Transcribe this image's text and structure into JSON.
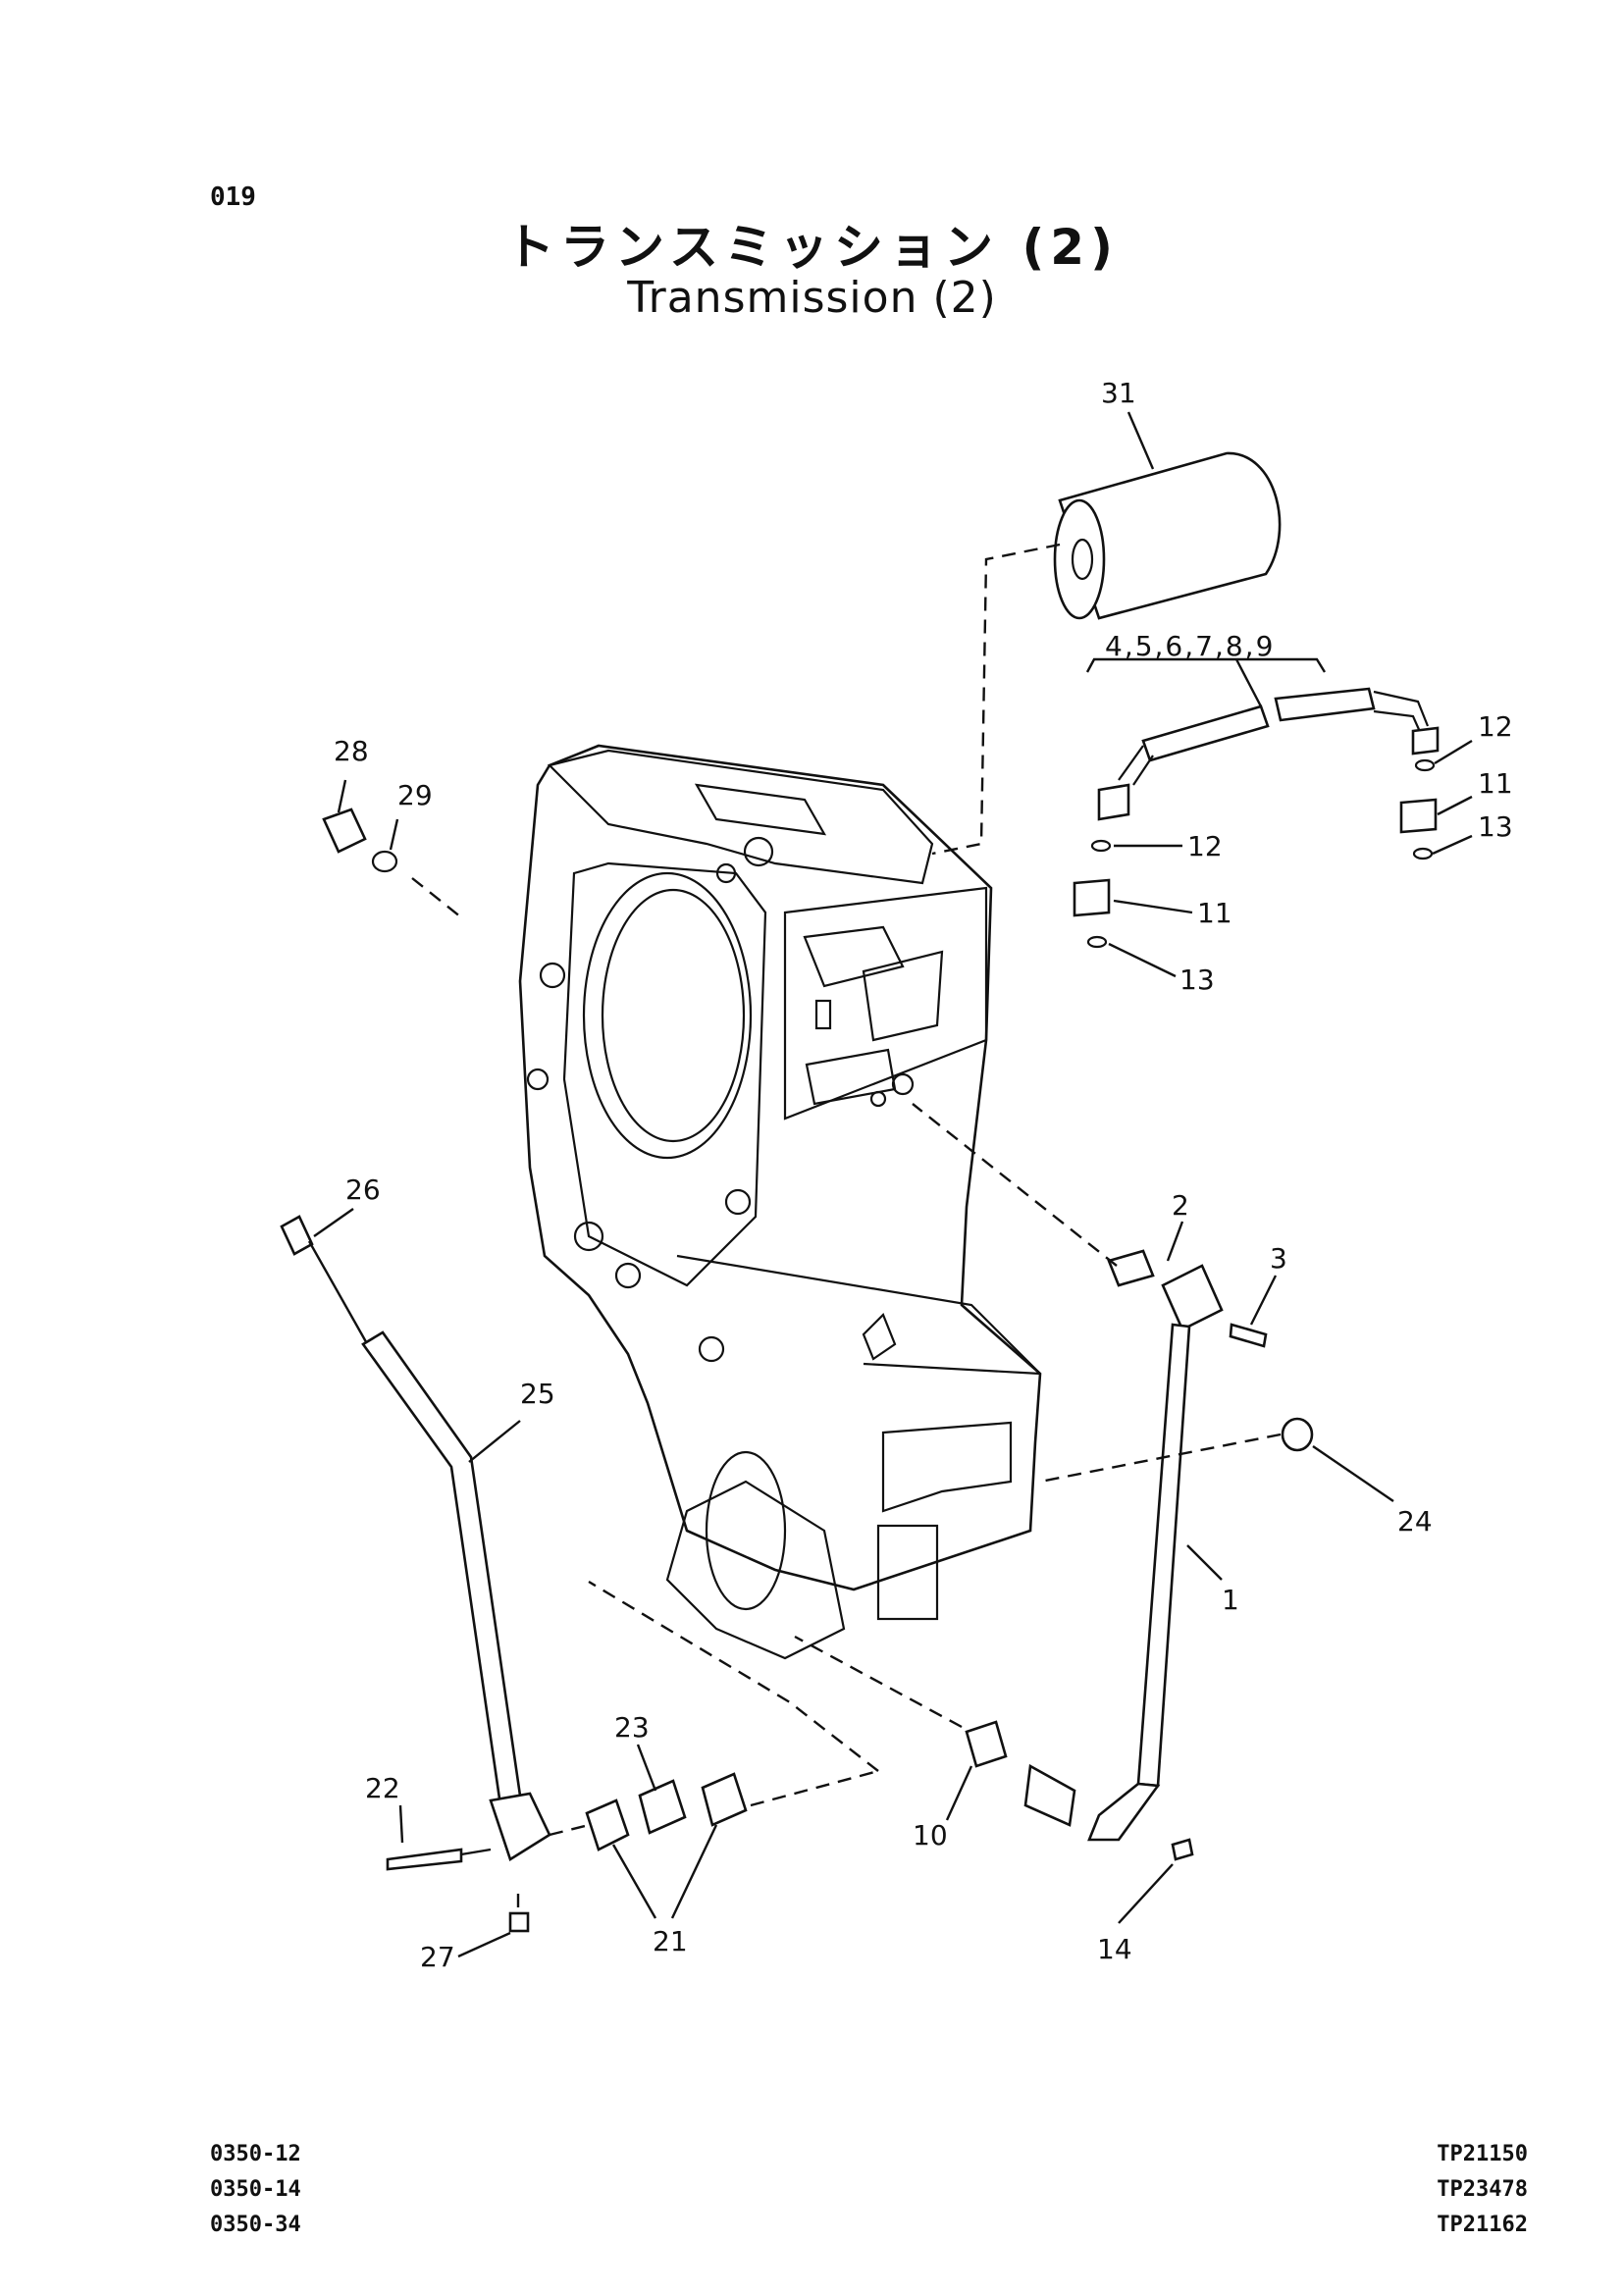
{
  "page_number": "019",
  "title_jp": "トランスミッション (2)",
  "title_en": "Transmission (2)",
  "callouts": {
    "c1": "1",
    "c2": "2",
    "c3": "3",
    "c4to9": "4,5,6,7,8,9",
    "c10": "10",
    "c11a": "11",
    "c11b": "11",
    "c12a": "12",
    "c12b": "12",
    "c13a": "13",
    "c13b": "13",
    "c14": "14",
    "c21": "21",
    "c22": "22",
    "c23": "23",
    "c24": "24",
    "c25": "25",
    "c26": "26",
    "c27": "27",
    "c28": "28",
    "c29": "29",
    "c31": "31"
  },
  "codes_left": [
    "0350-12",
    "0350-14",
    "0350-34"
  ],
  "codes_right": [
    "TP21150",
    "TP23478",
    "TP21162"
  ]
}
